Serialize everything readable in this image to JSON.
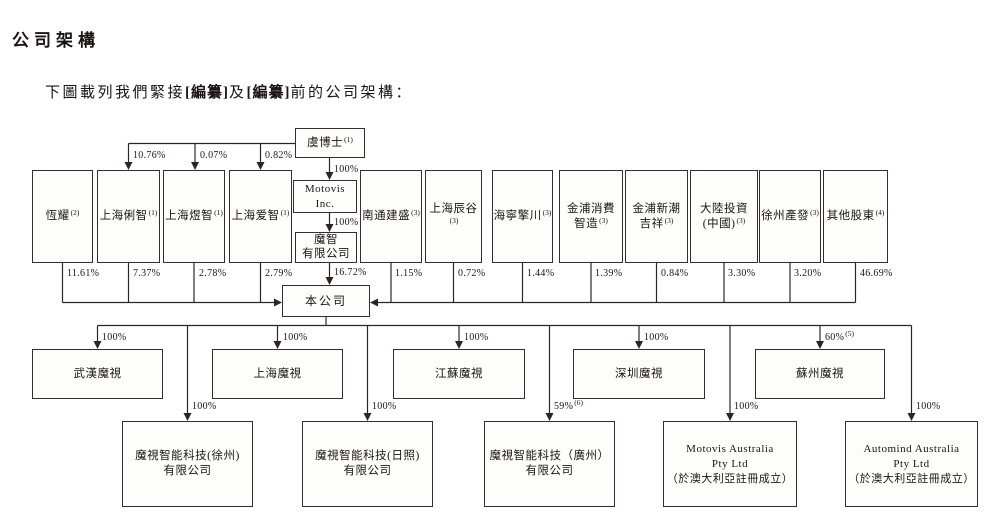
{
  "page": {
    "title": "公司架構",
    "intro": {
      "part1": "下圖載列我們緊接",
      "bold1": "[編纂]",
      "part2": "及",
      "bold2": "[編纂]",
      "part3": "前的公司架構："
    }
  },
  "chart": {
    "founder": {
      "name": "虞博士",
      "note": "(1)"
    },
    "chain": {
      "pct_founder_motovis": "100%",
      "motovis": "Motovis Inc.",
      "pct_motovis_mozhi": "100%",
      "mozhi": "魔智\n有限公司",
      "pct_mozhi_company": "16.72%"
    },
    "founder_direct": [
      {
        "pct": "10.76%"
      },
      {
        "pct": "0.07%"
      },
      {
        "pct": "0.82%"
      }
    ],
    "shareholders": [
      {
        "name": "恆耀",
        "note": "(2)",
        "pct": "11.61%"
      },
      {
        "name": "上海俐智",
        "note": "(1)",
        "pct": "7.37%"
      },
      {
        "name": "上海煜智",
        "note": "(1)",
        "pct": "2.78%"
      },
      {
        "name": "上海爱智",
        "note": "(1)",
        "pct": "2.79%"
      },
      {
        "name": "南通建盛",
        "note": "(3)",
        "pct": "1.15%"
      },
      {
        "name": "上海辰谷",
        "note": "(3)",
        "pct": "0.72%"
      },
      {
        "name": "海寧擎川",
        "note": "(3)",
        "pct": "1.44%"
      },
      {
        "name": "金浦消費\n智造",
        "note": "(3)",
        "pct": "1.39%"
      },
      {
        "name": "金浦新潮\n吉祥",
        "note": "(3)",
        "pct": "0.84%"
      },
      {
        "name": "大陸投資\n(中國)",
        "note": "(3)",
        "pct": "3.30%"
      },
      {
        "name": "徐州產發",
        "note": "(3)",
        "pct": "3.20%"
      },
      {
        "name": "其他股東",
        "note": "(4)",
        "pct": "46.69%"
      }
    ],
    "company": {
      "name": "本公司"
    },
    "tier2": [
      {
        "name": "武漢魔視",
        "pct": "100%",
        "pct_note": ""
      },
      {
        "name": "上海魔視",
        "pct": "100%",
        "pct_note": ""
      },
      {
        "name": "江蘇魔視",
        "pct": "100%",
        "pct_note": ""
      },
      {
        "name": "深圳魔視",
        "pct": "100%",
        "pct_note": ""
      },
      {
        "name": "蘇州魔視",
        "pct": "60%",
        "pct_note": "(5)"
      }
    ],
    "tier3": [
      {
        "name": "魔視智能科技(徐州)\n有限公司",
        "pct": "100%",
        "pct_note": ""
      },
      {
        "name": "魔視智能科技(日照)\n有限公司",
        "pct": "100%",
        "pct_note": ""
      },
      {
        "name": "魔視智能科技（廣州）\n有限公司",
        "pct": "59%",
        "pct_note": "(6)"
      },
      {
        "name": "Motovis Australia\nPty Ltd\n（於澳大利亞註冊成立）",
        "pct": "100%",
        "pct_note": ""
      },
      {
        "name": "Automind Australia\nPty Ltd\n（於澳大利亞註冊成立）",
        "pct": "100%",
        "pct_note": ""
      }
    ]
  }
}
